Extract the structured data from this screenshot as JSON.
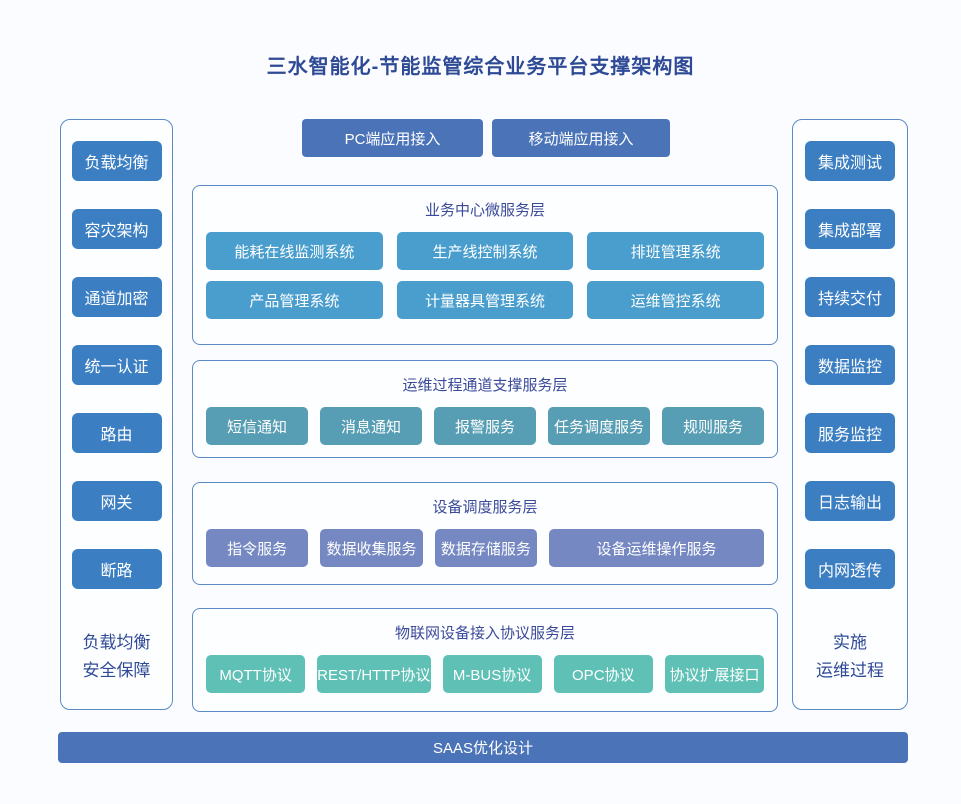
{
  "title": "三水智能化-节能监管综合业务平台支撑架构图",
  "colors": {
    "side_button": "#3b7ec2",
    "access_button": "#4b73b7",
    "layer1_button": "#4a9ecd",
    "layer2_button": "#579db3",
    "layer3_button": "#7588c1",
    "layer4_button": "#5fc0b5",
    "border": "#5a8bc4",
    "title_text": "#2e4a96",
    "layer_title_text": "#3b4a99",
    "saas_bar": "#4b73b7"
  },
  "top_access": {
    "pc": "PC端应用接入",
    "mobile": "移动端应用接入"
  },
  "left_panel": {
    "items": [
      "负载均衡",
      "容灾架构",
      "通道加密",
      "统一认证",
      "路由",
      "网关",
      "断路"
    ],
    "caption_line1": "负载均衡",
    "caption_line2": "安全保障"
  },
  "right_panel": {
    "items": [
      "集成测试",
      "集成部署",
      "持续交付",
      "数据监控",
      "服务监控",
      "日志输出",
      "内网透传"
    ],
    "caption_line1": "实施",
    "caption_line2": "运维过程"
  },
  "sections": [
    {
      "title": "业务中心微服务层",
      "items": [
        "能耗在线监测系统",
        "生产线控制系统",
        "排班管理系统",
        "产品管理系统",
        "计量器具管理系统",
        "运维管控系统"
      ]
    },
    {
      "title": "运维过程通道支撑服务层",
      "items": [
        "短信通知",
        "消息通知",
        "报警服务",
        "任务调度服务",
        "规则服务"
      ]
    },
    {
      "title": "设备调度服务层",
      "items": [
        "指令服务",
        "数据收集服务",
        "数据存储服务",
        "设备运维操作服务"
      ]
    },
    {
      "title": "物联网设备接入协议服务层",
      "items": [
        "MQTT协议",
        "REST/HTTP协议",
        "M-BUS协议",
        "OPC协议",
        "协议扩展接口"
      ]
    }
  ],
  "bottom_bar": {
    "label": "SAAS优化设计"
  }
}
